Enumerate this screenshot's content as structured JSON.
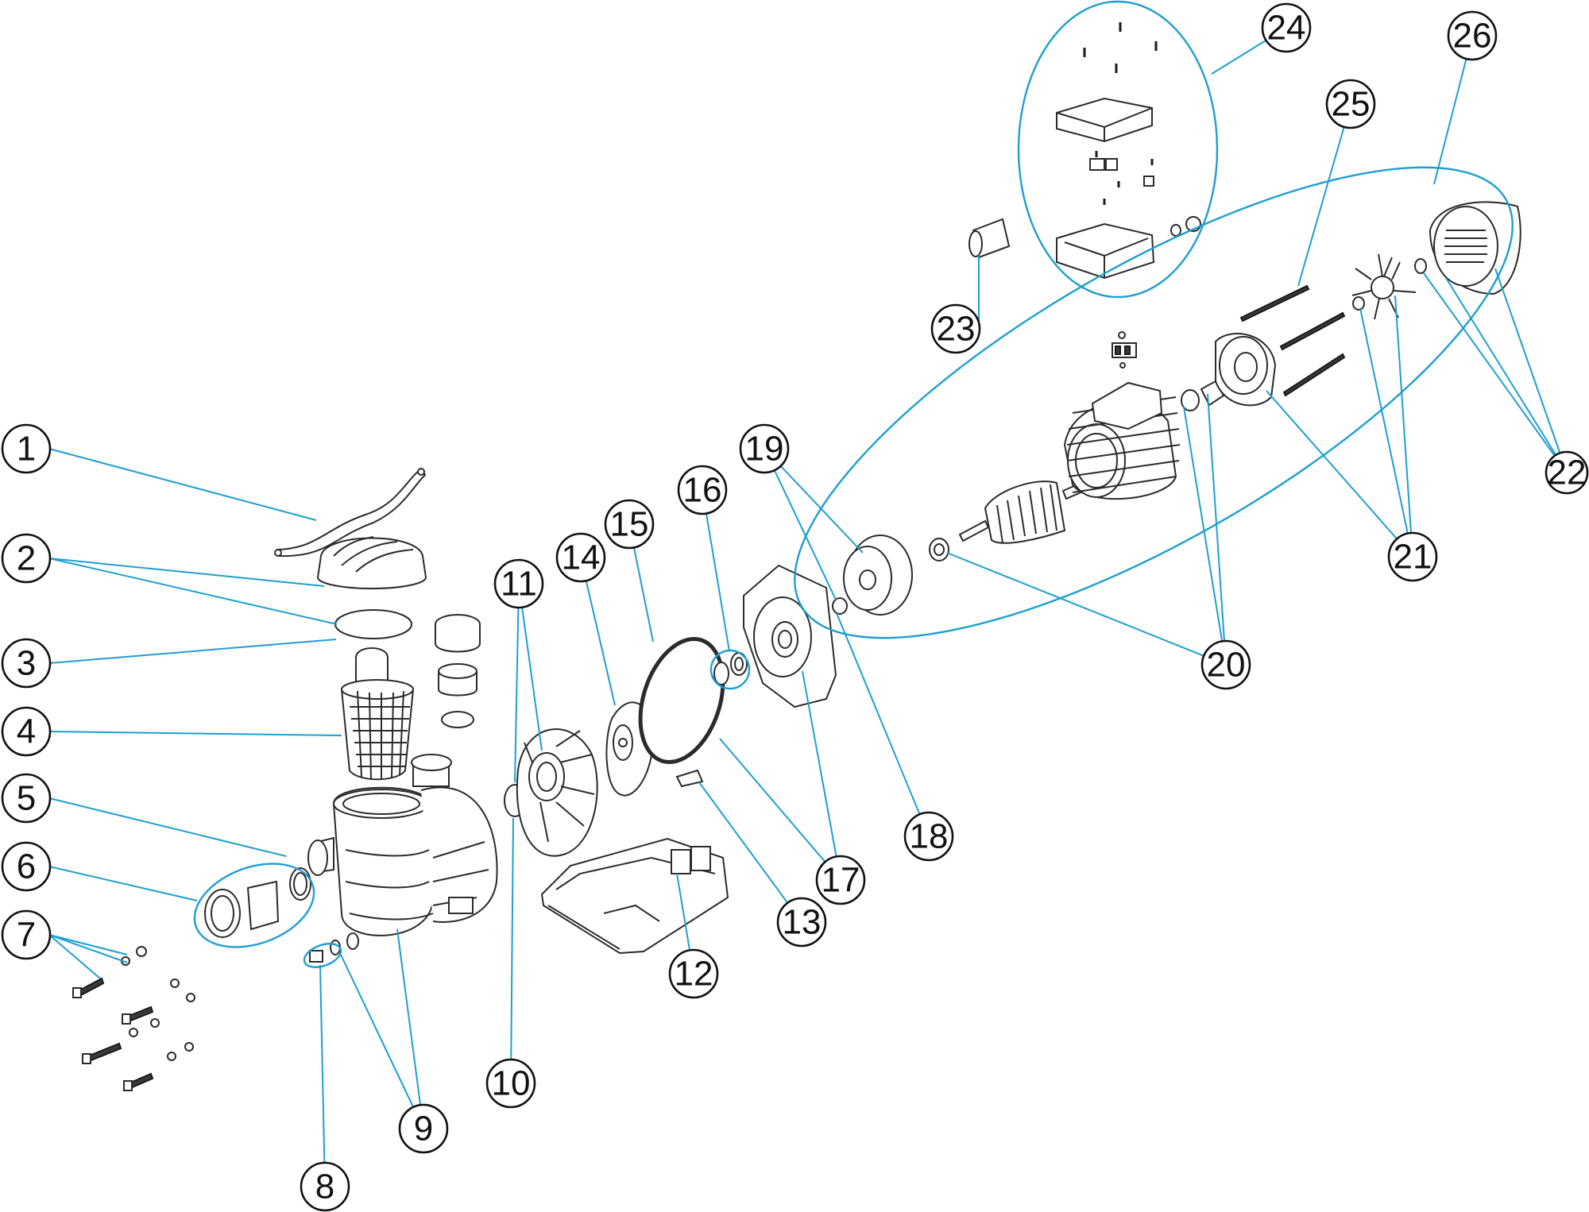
{
  "callouts": [
    {
      "id": "1",
      "label": "1"
    },
    {
      "id": "2",
      "label": "2"
    },
    {
      "id": "3",
      "label": "3"
    },
    {
      "id": "4",
      "label": "4"
    },
    {
      "id": "5",
      "label": "5"
    },
    {
      "id": "6",
      "label": "6"
    },
    {
      "id": "7",
      "label": "7"
    },
    {
      "id": "8",
      "label": "8"
    },
    {
      "id": "9",
      "label": "9"
    },
    {
      "id": "10",
      "label": "10"
    },
    {
      "id": "11",
      "label": "11"
    },
    {
      "id": "12",
      "label": "12"
    },
    {
      "id": "13",
      "label": "13"
    },
    {
      "id": "14",
      "label": "14"
    },
    {
      "id": "15",
      "label": "15"
    },
    {
      "id": "16",
      "label": "16"
    },
    {
      "id": "17",
      "label": "17"
    },
    {
      "id": "18",
      "label": "18"
    },
    {
      "id": "19",
      "label": "19"
    },
    {
      "id": "20",
      "label": "20"
    },
    {
      "id": "21",
      "label": "21"
    },
    {
      "id": "22",
      "label": "22"
    },
    {
      "id": "23",
      "label": "23"
    },
    {
      "id": "24",
      "label": "24"
    },
    {
      "id": "25",
      "label": "25"
    },
    {
      "id": "26",
      "label": "26"
    }
  ],
  "colors": {
    "leader": "#1e9fd0",
    "part_stroke": "#2b2b2b",
    "callout_stroke": "#111111"
  }
}
